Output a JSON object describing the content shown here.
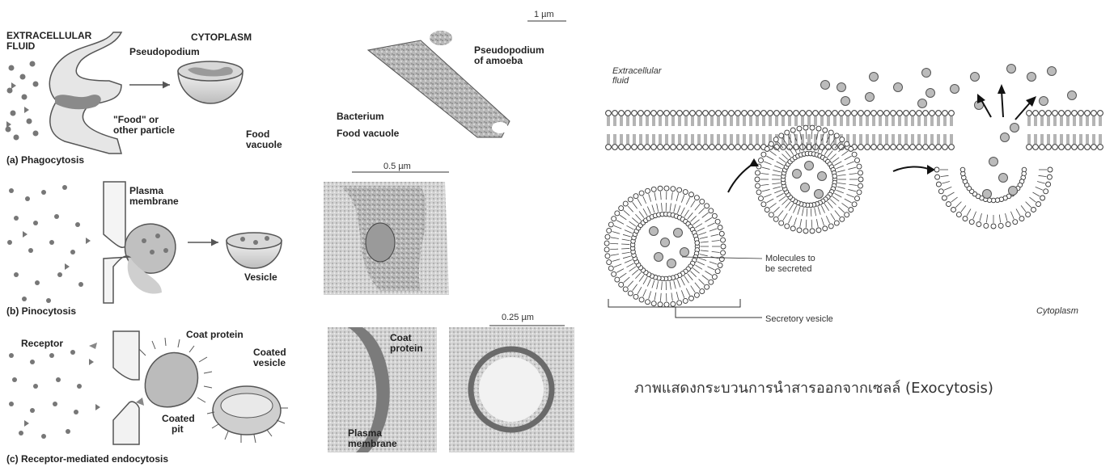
{
  "phagocytosis": {
    "extracellular": "EXTRACELLULAR",
    "fluid": "FLUID",
    "cytoplasm": "CYTOPLASM",
    "pseudopodium": "Pseudopodium",
    "food": "\"Food\" or",
    "other_particle": "other particle",
    "food_vacuole_1": "Food",
    "food_vacuole_2": "vacuole",
    "caption": "(a) Phagocytosis",
    "scale": "1 µm",
    "micro_pseudo_1": "Pseudopodium",
    "micro_pseudo_2": "of amoeba",
    "micro_bacterium": "Bacterium",
    "micro_food_vacuole": "Food vacuole"
  },
  "pinocytosis": {
    "plasma_1": "Plasma",
    "plasma_2": "membrane",
    "vesicle": "Vesicle",
    "caption": "(b) Pinocytosis",
    "scale": "0.5 µm"
  },
  "receptor": {
    "receptor": "Receptor",
    "coat_protein": "Coat protein",
    "coated_vesicle_1": "Coated",
    "coated_vesicle_2": "vesicle",
    "coated_pit_1": "Coated",
    "coated_pit_2": "pit",
    "caption": "(c) Receptor-mediated endocytosis",
    "micro_coat_1": "Coat",
    "micro_coat_2": "protein",
    "micro_plasma_1": "Plasma",
    "micro_plasma_2": "membrane",
    "scale": "0.25 µm"
  },
  "exocytosis": {
    "extracellular_1": "Extracellular",
    "extracellular_2": "fluid",
    "molecules_1": "Molecules to",
    "molecules_2": "be secreted",
    "secretory_vesicle": "Secretory vesicle",
    "cytoplasm": "Cytoplasm",
    "caption": "ภาพแสดงกระบวนการนำสารออกจากเซลล์ (Exocytosis)"
  }
}
